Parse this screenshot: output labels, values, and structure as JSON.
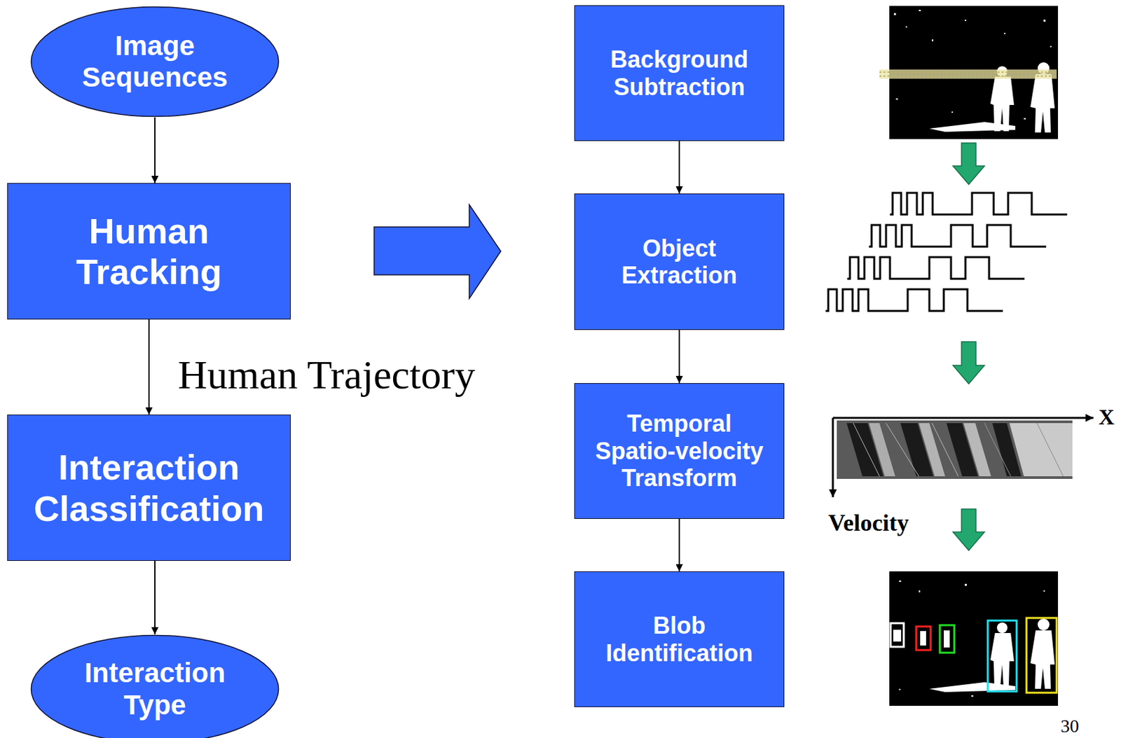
{
  "diagram": {
    "nodes": [
      {
        "text": [
          "Image Sequences"
        ]
      },
      {
        "text": [
          "Human Tracking"
        ]
      },
      {
        "text": [
          "Interaction Classification"
        ]
      },
      {
        "text": [
          "Interaction Type"
        ]
      },
      {
        "text": [
          "Background Subtraction"
        ]
      },
      {
        "text": [
          "Object Extraction"
        ]
      },
      {
        "text": [
          "Temporal Spatio-velocity Transform"
        ]
      },
      {
        "text": [
          "Blob Identification"
        ]
      }
    ],
    "edges": [
      {
        "from": 0,
        "to": 1,
        "arrow": "to"
      },
      {
        "from": 1,
        "to": 2,
        "label": "Human Trajectory",
        "arrow": "to"
      },
      {
        "from": 2,
        "to": 3,
        "arrow": "to"
      },
      {
        "from": 4,
        "to": 5,
        "arrow": "to"
      },
      {
        "from": 5,
        "to": 6,
        "arrow": "to"
      },
      {
        "from": 6,
        "to": 7,
        "arrow": "to"
      }
    ],
    "labels": [
      "X",
      "Velocity",
      "30"
    ]
  }
}
